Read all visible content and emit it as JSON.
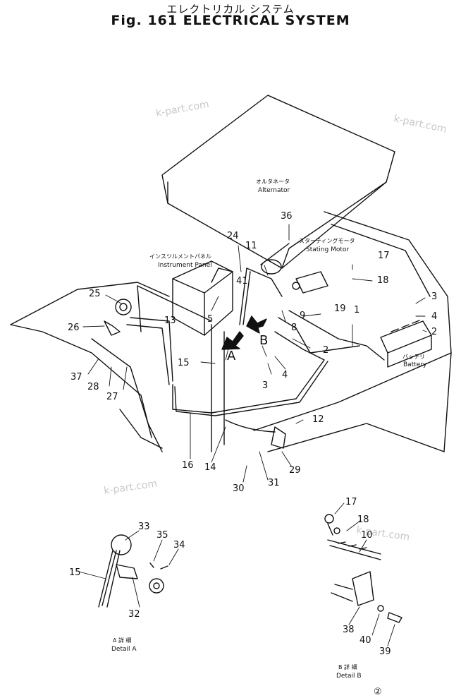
{
  "title_jp": "エレクトリカル システム",
  "title_en": "Fig. 161  ELECTRICAL  SYSTEM",
  "labels": {
    "alternator_jp": "オルタネータ",
    "alternator_en": "Alternator",
    "starting_jp": "スターティングモータ",
    "starting_en": "Stating Motor",
    "instrument_jp": "インスツルメントパネル",
    "instrument_en": "Instrument Panel",
    "battery_jp": "バッテリ",
    "battery_en": "Battery",
    "detail_a_jp": "A 詳 細",
    "detail_a_en": "Detail  A",
    "detail_b_jp": "B 詳 細",
    "detail_b_en": "Detail  B",
    "arrow_a": "A",
    "arrow_b": "B",
    "sheet_no": "②"
  },
  "watermark": "k-part.com",
  "parts": {
    "p1": "1",
    "p2": "2",
    "p2b": "2",
    "p3": "3",
    "p3b": "3",
    "p4": "4",
    "p4b": "4",
    "p5": "5",
    "p8": "8",
    "p9": "9",
    "p10": "10",
    "p11": "11",
    "p12": "12",
    "p13": "13",
    "p14": "14",
    "p15": "15",
    "p15b": "15",
    "p16": "16",
    "p17": "17",
    "p17b": "17",
    "p18": "18",
    "p18b": "18",
    "p19": "19",
    "p24": "24",
    "p25": "25",
    "p26": "26",
    "p27": "27",
    "p28": "28",
    "p29": "29",
    "p30": "30",
    "p31": "31",
    "p32": "32",
    "p33": "33",
    "p34": "34",
    "p35": "35",
    "p36": "36",
    "p37": "37",
    "p38": "38",
    "p39": "39",
    "p40": "40",
    "p41": "41"
  }
}
